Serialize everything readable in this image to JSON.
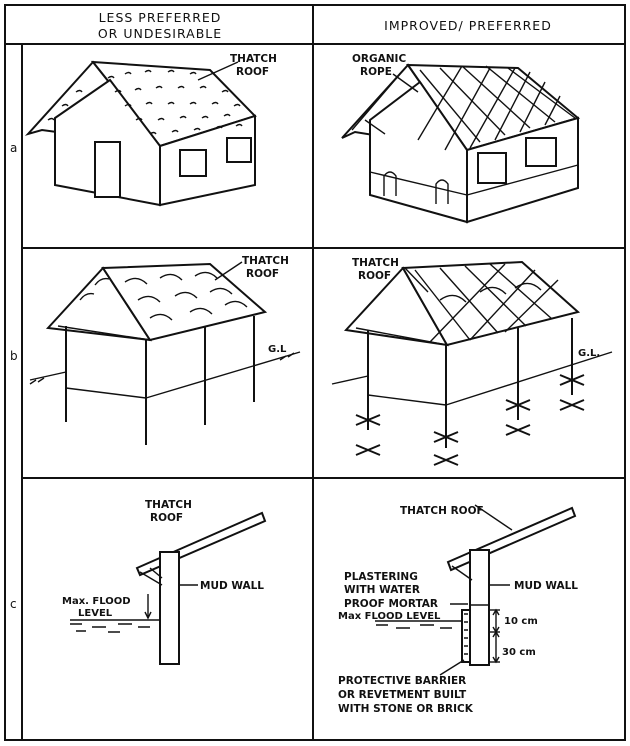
{
  "headers": {
    "left_line1": "LESS PREFERRED",
    "left_line2": "OR UNDESIRABLE",
    "right": "IMPROVED/ PREFERRED"
  },
  "rows": {
    "a": "a",
    "b": "b",
    "c": "c"
  },
  "row_a": {
    "left_label_line1": "THATCH",
    "left_label_line2": "ROOF",
    "right_label_line1": "ORGANIC",
    "right_label_line2": "ROPE"
  },
  "row_b": {
    "left_label_line1": "THATCH",
    "left_label_line2": "ROOF",
    "left_ground": "G.L",
    "right_label_line1": "THATCH",
    "right_label_line2": "ROOF",
    "right_ground": "G.L."
  },
  "row_c": {
    "left_roof_line1": "THATCH",
    "left_roof_line2": "ROOF",
    "left_mud_wall": "MUD WALL",
    "left_flood_line1": "Max. FLOOD",
    "left_flood_line2": "LEVEL",
    "right_roof": "THATCH ROOF",
    "right_plaster_line1": "PLASTERING",
    "right_plaster_line2": "WITH WATER",
    "right_plaster_line3": "PROOF MORTAR",
    "right_mud_wall": "MUD WALL",
    "right_flood": "Max FLOOD LEVEL",
    "right_dim_10": "10 cm",
    "right_dim_30": "30 cm",
    "right_barrier_line1": "PROTECTIVE BARRIER",
    "right_barrier_line2": "OR REVETMENT BUILT",
    "right_barrier_line3": "WITH STONE OR BRICK"
  }
}
